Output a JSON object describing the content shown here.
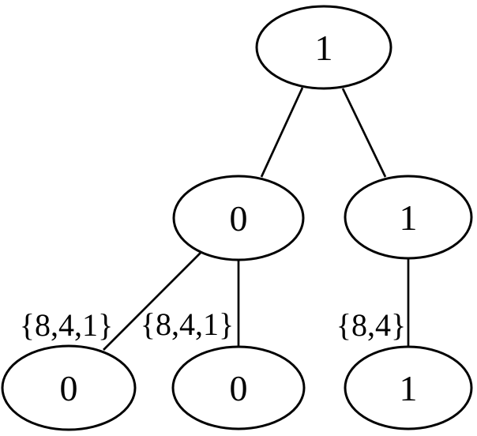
{
  "diagram": {
    "type": "tree",
    "background_color": "#ffffff",
    "line_color": "#000000",
    "node_fill_color": "#ffffff",
    "nodes": {
      "root": {
        "label": "1"
      },
      "mid_left": {
        "label": "0"
      },
      "mid_right": {
        "label": "1"
      },
      "bottom_left": {
        "label": "0"
      },
      "bottom_middle": {
        "label": "0"
      },
      "bottom_right": {
        "label": "1"
      }
    },
    "edges": {
      "root_to_mid_left": {
        "label": ""
      },
      "root_to_mid_right": {
        "label": ""
      },
      "mid_left_to_bottom_left": {
        "label": "{8,4,1}"
      },
      "mid_left_to_bottom_middle": {
        "label": "{8,4,1}"
      },
      "mid_right_to_bottom_right": {
        "label": "{8,4}"
      }
    }
  }
}
